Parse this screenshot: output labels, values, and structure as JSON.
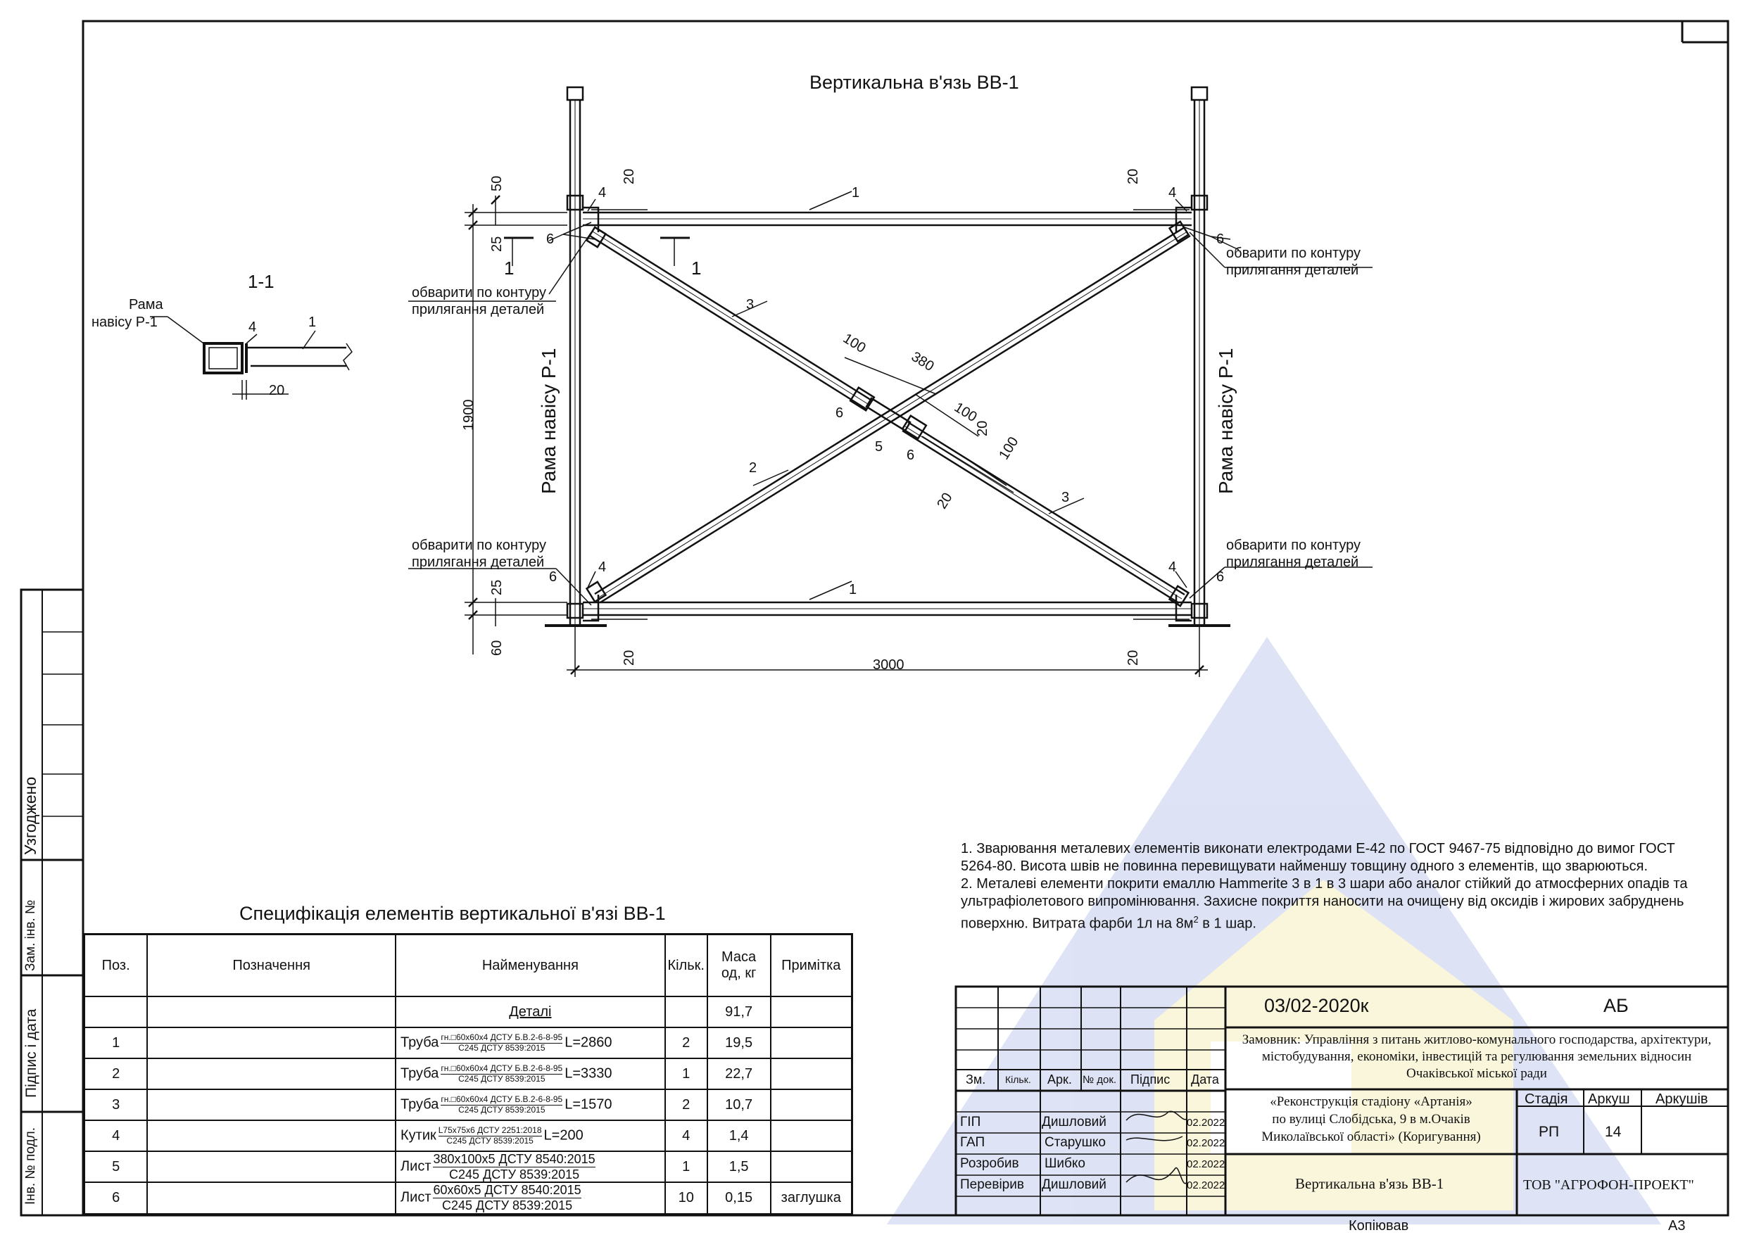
{
  "drawing": {
    "title": "Вертикальна в'язь ВВ-1",
    "section_title": "1-1",
    "section_label_rama": "Рама",
    "section_label_naves": "навісу Р-1",
    "rama_label": "Рама навісу Р-1",
    "weld_note_1": "обварити по контуру",
    "weld_note_2": "прилягання деталей",
    "cut_mark": "1",
    "positions": [
      "1",
      "2",
      "3",
      "4",
      "5",
      "6"
    ],
    "dims": {
      "d50": "50",
      "d25": "25",
      "d1900": "1900",
      "d60": "60",
      "d20": "20",
      "d3000": "3000",
      "d100": "100",
      "d380": "380"
    }
  },
  "spec": {
    "title": "Специфікація елементів вертикальної в'язі ВВ-1",
    "headers": {
      "pos": "Поз.",
      "designation": "Позначення",
      "name": "Найменування",
      "qty": "Кільк.",
      "mass_1": "Маса",
      "mass_2": "од, кг",
      "note": "Примітка"
    },
    "group": {
      "name": "Деталі",
      "mass": "91,7"
    },
    "rows": [
      {
        "pos": "1",
        "name": "Труба",
        "prof_top": "гн.□60x60x4 ДСТУ Б.В.2-6-8-95",
        "prof_bot": "С245  ДСТУ 8539:2015",
        "len": "L=2860",
        "qty": "2",
        "mass": "19,5",
        "note": ""
      },
      {
        "pos": "2",
        "name": "Труба",
        "prof_top": "гн.□60x60x4 ДСТУ Б.В.2-6-8-95",
        "prof_bot": "С245  ДСТУ 8539:2015",
        "len": "L=3330",
        "qty": "1",
        "mass": "22,7",
        "note": ""
      },
      {
        "pos": "3",
        "name": "Труба",
        "prof_top": "гн.□60x60x4 ДСТУ Б.В.2-6-8-95",
        "prof_bot": "С245  ДСТУ 8539:2015",
        "len": "L=1570",
        "qty": "2",
        "mass": "10,7",
        "note": ""
      },
      {
        "pos": "4",
        "name": "Кутик",
        "prof_top": "L75x75x6 ДСТУ 2251:2018",
        "prof_bot": "С245  ДСТУ 8539:2015",
        "len": "L=200",
        "qty": "4",
        "mass": "1,4",
        "note": ""
      },
      {
        "pos": "5",
        "name": "Лист",
        "prof_top": "380x100x5 ДСТУ 8540:2015",
        "prof_bot": "С245  ДСТУ 8539:2015",
        "len": "",
        "qty": "1",
        "mass": "1,5",
        "note": ""
      },
      {
        "pos": "6",
        "name": "Лист",
        "prof_top": "60x60x5 ДСТУ 8540:2015",
        "prof_bot": "С245  ДСТУ 8539:2015",
        "len": "",
        "qty": "10",
        "mass": "0,15",
        "note": "заглушка"
      }
    ]
  },
  "notes": {
    "n1": "1. Зварювання металевих елементів виконати електродами Е-42 по ГОСТ 9467-75 відповідно до вимог ГОСТ 5264-80. Висота швів не повинна перевищувати найменшу товщину одного з елементів, що зварюються.",
    "n2a": "2. Металеві елементи покрити емаллю Hammerite 3 в 1 в 3 шари або аналог стійкий до атмосферних опадів та ультрафіолетового випромінювання. Захисне покриття наносити на очищену від оксидів і жирових забруднень поверхню. Витрата фарби 1л на 8м",
    "n2b": "2",
    "n2c": " в 1 шар."
  },
  "side_stamp": {
    "agreed": "Узгоджено",
    "inv_zam": "Зам. інв. №",
    "sign_date": "Підпис і дата",
    "inv_orig": "Інв. № подл."
  },
  "title_block": {
    "code": "03/02-2020к",
    "brand": "АБ",
    "customer": "Замовник: Управління з питань житлово-комунального господарства, архітектури, містобудування, економіки, інвестицій та регулювання земельних відносин Очаківської міської ради",
    "object_1": "«Реконструкція стадіону «Артанія»",
    "object_2": "по вулиці Слобідська, 9 в м.Очаків",
    "object_3": "Миколаївської області» (Коригування)",
    "cols": {
      "zm": "Зм.",
      "kilk": "Кільк.",
      "ark": "Арк.",
      "ndok": "№ док.",
      "pidpys": "Підпис",
      "data": "Дата"
    },
    "stage_h": "Стадія",
    "sheet_h": "Аркуш",
    "sheets_h": "Аркушів",
    "stage": "РП",
    "sheet": "14",
    "sheets": "",
    "sheet_title": "Вертикальна в'язь ВВ-1",
    "company": "ТОВ \"АГРОФОН-ПРОЕКТ\"",
    "people": [
      {
        "role": "ГІП",
        "name": "Дишловий",
        "date": "02.2022"
      },
      {
        "role": "ГАП",
        "name": "Старушко",
        "date": "02.2022"
      },
      {
        "role": "Розробив",
        "name": "Шибко",
        "date": "02.2022"
      },
      {
        "role": "Перевірив",
        "name": "Дишловий",
        "date": "02.2022"
      }
    ],
    "copied": "Копіював",
    "format": "А3"
  }
}
